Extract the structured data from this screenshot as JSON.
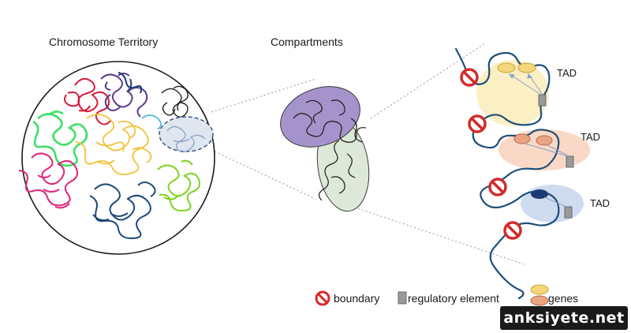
{
  "labels": {
    "chromosome_territory": "Chromosome Territory",
    "compartments": "Compartments",
    "tad1": "TAD",
    "tad2": "TAD",
    "tad3": "TAD"
  },
  "legend": {
    "boundary": "boundary",
    "regulatory_element": "regulatory element",
    "genes": "genes"
  },
  "watermark": "anksiyete.net",
  "colors": {
    "boundary_red": "#d42a2a",
    "chromatin_blue": "#1f4e79",
    "tad1_fill": "#fbefc4",
    "tad2_fill": "#f9d9c6",
    "tad3_fill": "#cfdcf0",
    "compartment_a": "#a593cb",
    "compartment_b": "#dce8d8",
    "gene_yellow": "#f3d57a",
    "gene_orange": "#e9a582",
    "gene_navy": "#1c3a72",
    "regulatory_gray": "#9a9a9a"
  }
}
